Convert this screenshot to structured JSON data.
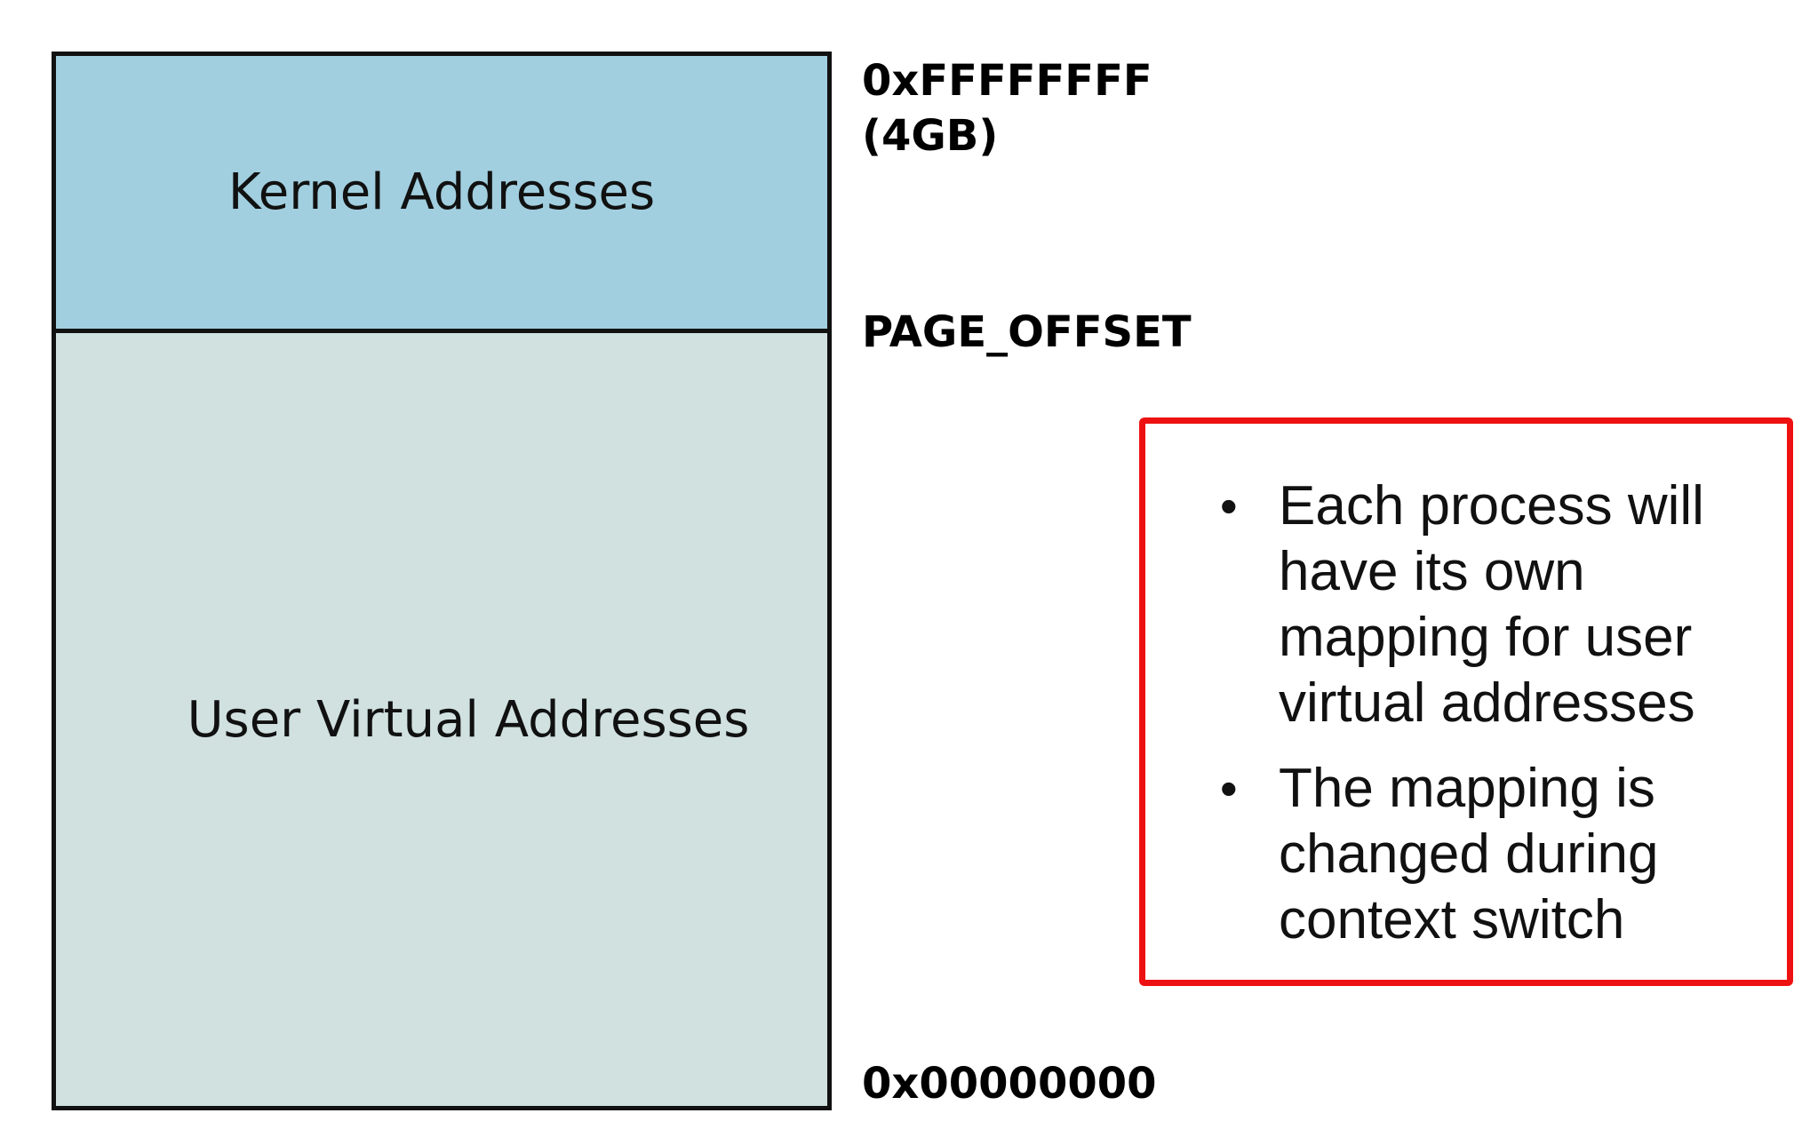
{
  "colors": {
    "kernel_fill": "#A1CFDF",
    "user_fill": "#D0E1E0",
    "border": "#111111",
    "notes_border": "#EE1111"
  },
  "memory_map": {
    "kernel_label": "Kernel Addresses",
    "user_label": "User Virtual Addresses"
  },
  "addresses": {
    "top": "0xFFFFFFFF",
    "top_size": "(4GB)",
    "page_offset": "PAGE_OFFSET",
    "bottom": "0x00000000"
  },
  "notes": {
    "bullet_glyph": "•",
    "items": [
      "Each process will have its own mapping for user virtual addresses",
      "The mapping is changed during context switch"
    ]
  }
}
